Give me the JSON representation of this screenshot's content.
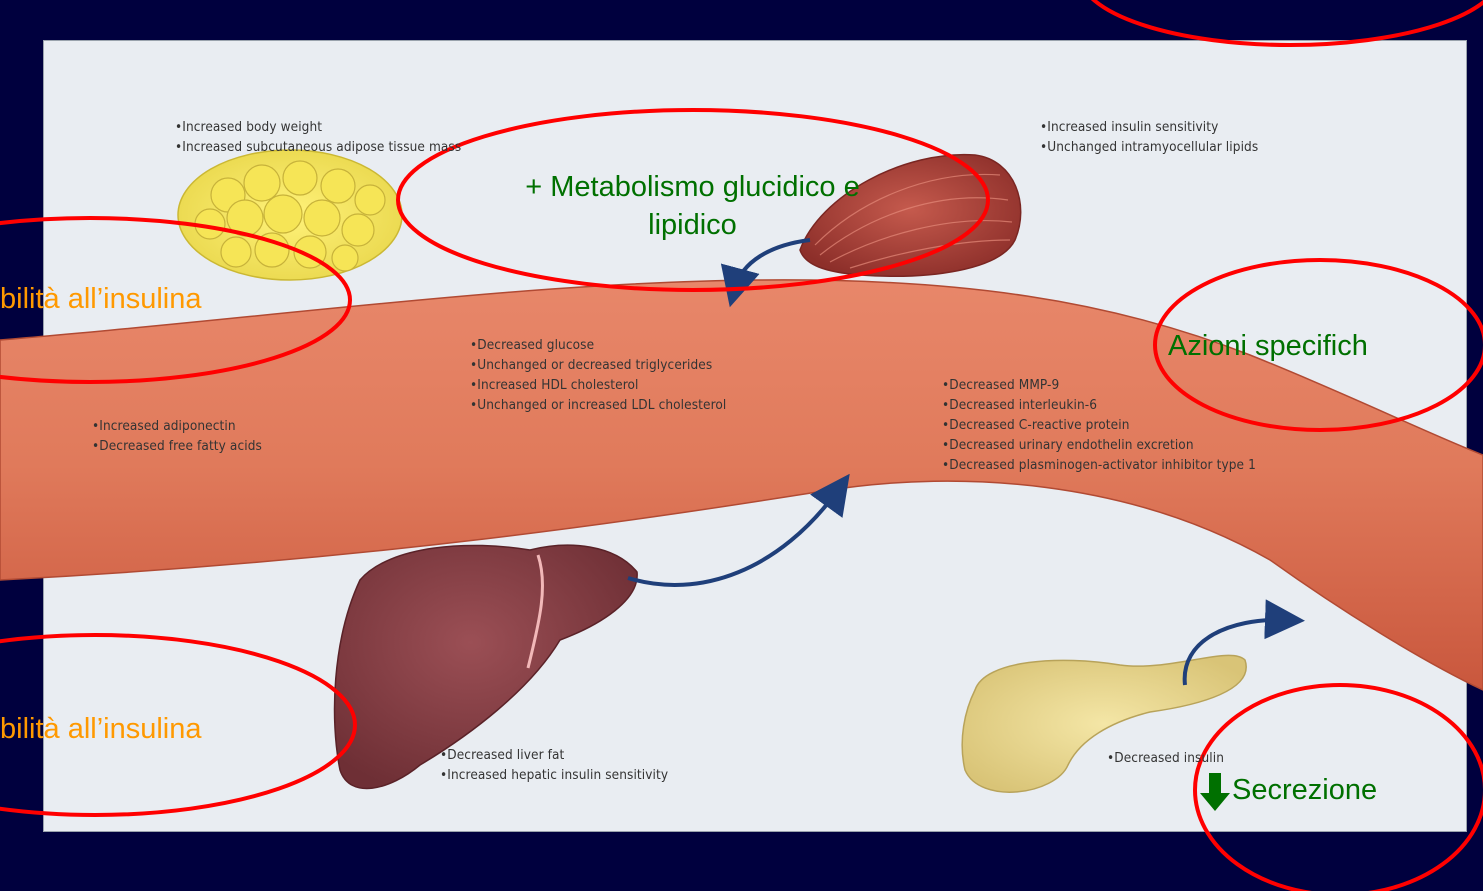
{
  "adipose": {
    "bullets": [
      "Increased body weight",
      "Increased subcutaneous adipose tissue mass"
    ]
  },
  "muscle": {
    "bullets": [
      "Increased insulin sensitivity",
      "Unchanged intramyocellular lipids"
    ]
  },
  "vessel_left": {
    "bullets": [
      "Increased adiponectin",
      "Decreased free fatty acids"
    ]
  },
  "vessel_middle": {
    "bullets": [
      "Decreased glucose",
      "Unchanged or decreased triglycerides",
      "Increased HDL cholesterol",
      "Unchanged or increased LDL cholesterol"
    ]
  },
  "vessel_right": {
    "bullets": [
      "Decreased MMP-9",
      "Decreased interleukin-6",
      "Decreased C-reactive protein",
      "Decreased urinary endothelin excretion",
      "Decreased plasminogen-activator inhibitor type 1"
    ]
  },
  "liver": {
    "bullets": [
      "Decreased liver fat",
      "Increased hepatic insulin sensitivity"
    ]
  },
  "pancreas": {
    "bullets": [
      "Decreased insulin"
    ]
  },
  "callouts": {
    "metabolism_line1": "+ Metabolismo glucidico e",
    "metabolism_line2": "lipidico",
    "sensitivity_top": "bilità all’insulina",
    "sensitivity_bottom": "bilità all’insulina",
    "specific_actions": "Azioni specifich",
    "secretion": "Secrezione"
  },
  "colors": {
    "annotation_red": "#ff0000",
    "green_text": "#007000",
    "orange_text": "#ff9900",
    "arrow_blue": "#1f3f7a",
    "background_navy": "#00003e"
  }
}
